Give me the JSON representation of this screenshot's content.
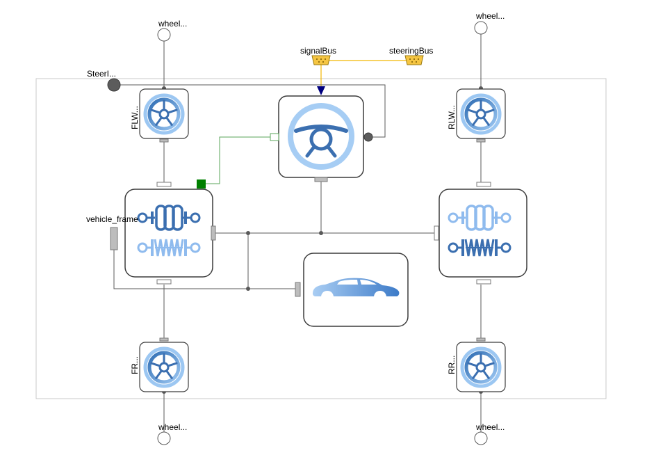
{
  "labels": {
    "wheel_top_left": "wheel...",
    "wheel_top_right": "wheel...",
    "wheel_bottom_left": "wheel...",
    "wheel_bottom_right": "wheel...",
    "steering_input": "SteerI...",
    "signal_bus": "signalBus",
    "steering_bus": "steeringBus",
    "vehicle_frame": "vehicle_frame",
    "flw": "FLW...",
    "rlw": "RLW...",
    "fr": "FR...",
    "rr": "RR..."
  },
  "colors": {
    "wire": "#595959",
    "signal_wire": "#f2b600",
    "control_wire": "#5aa55a",
    "icon_dark": "#3b6fb0",
    "icon_light": "#8fbbee",
    "bus_fill": "#f5c542",
    "port_green": "#008000",
    "arrow_navy": "#00007f"
  },
  "icons": [
    "wheel-icon",
    "steering-wheel-icon",
    "suspension-icon",
    "car-body-icon",
    "bus-connector-icon"
  ]
}
